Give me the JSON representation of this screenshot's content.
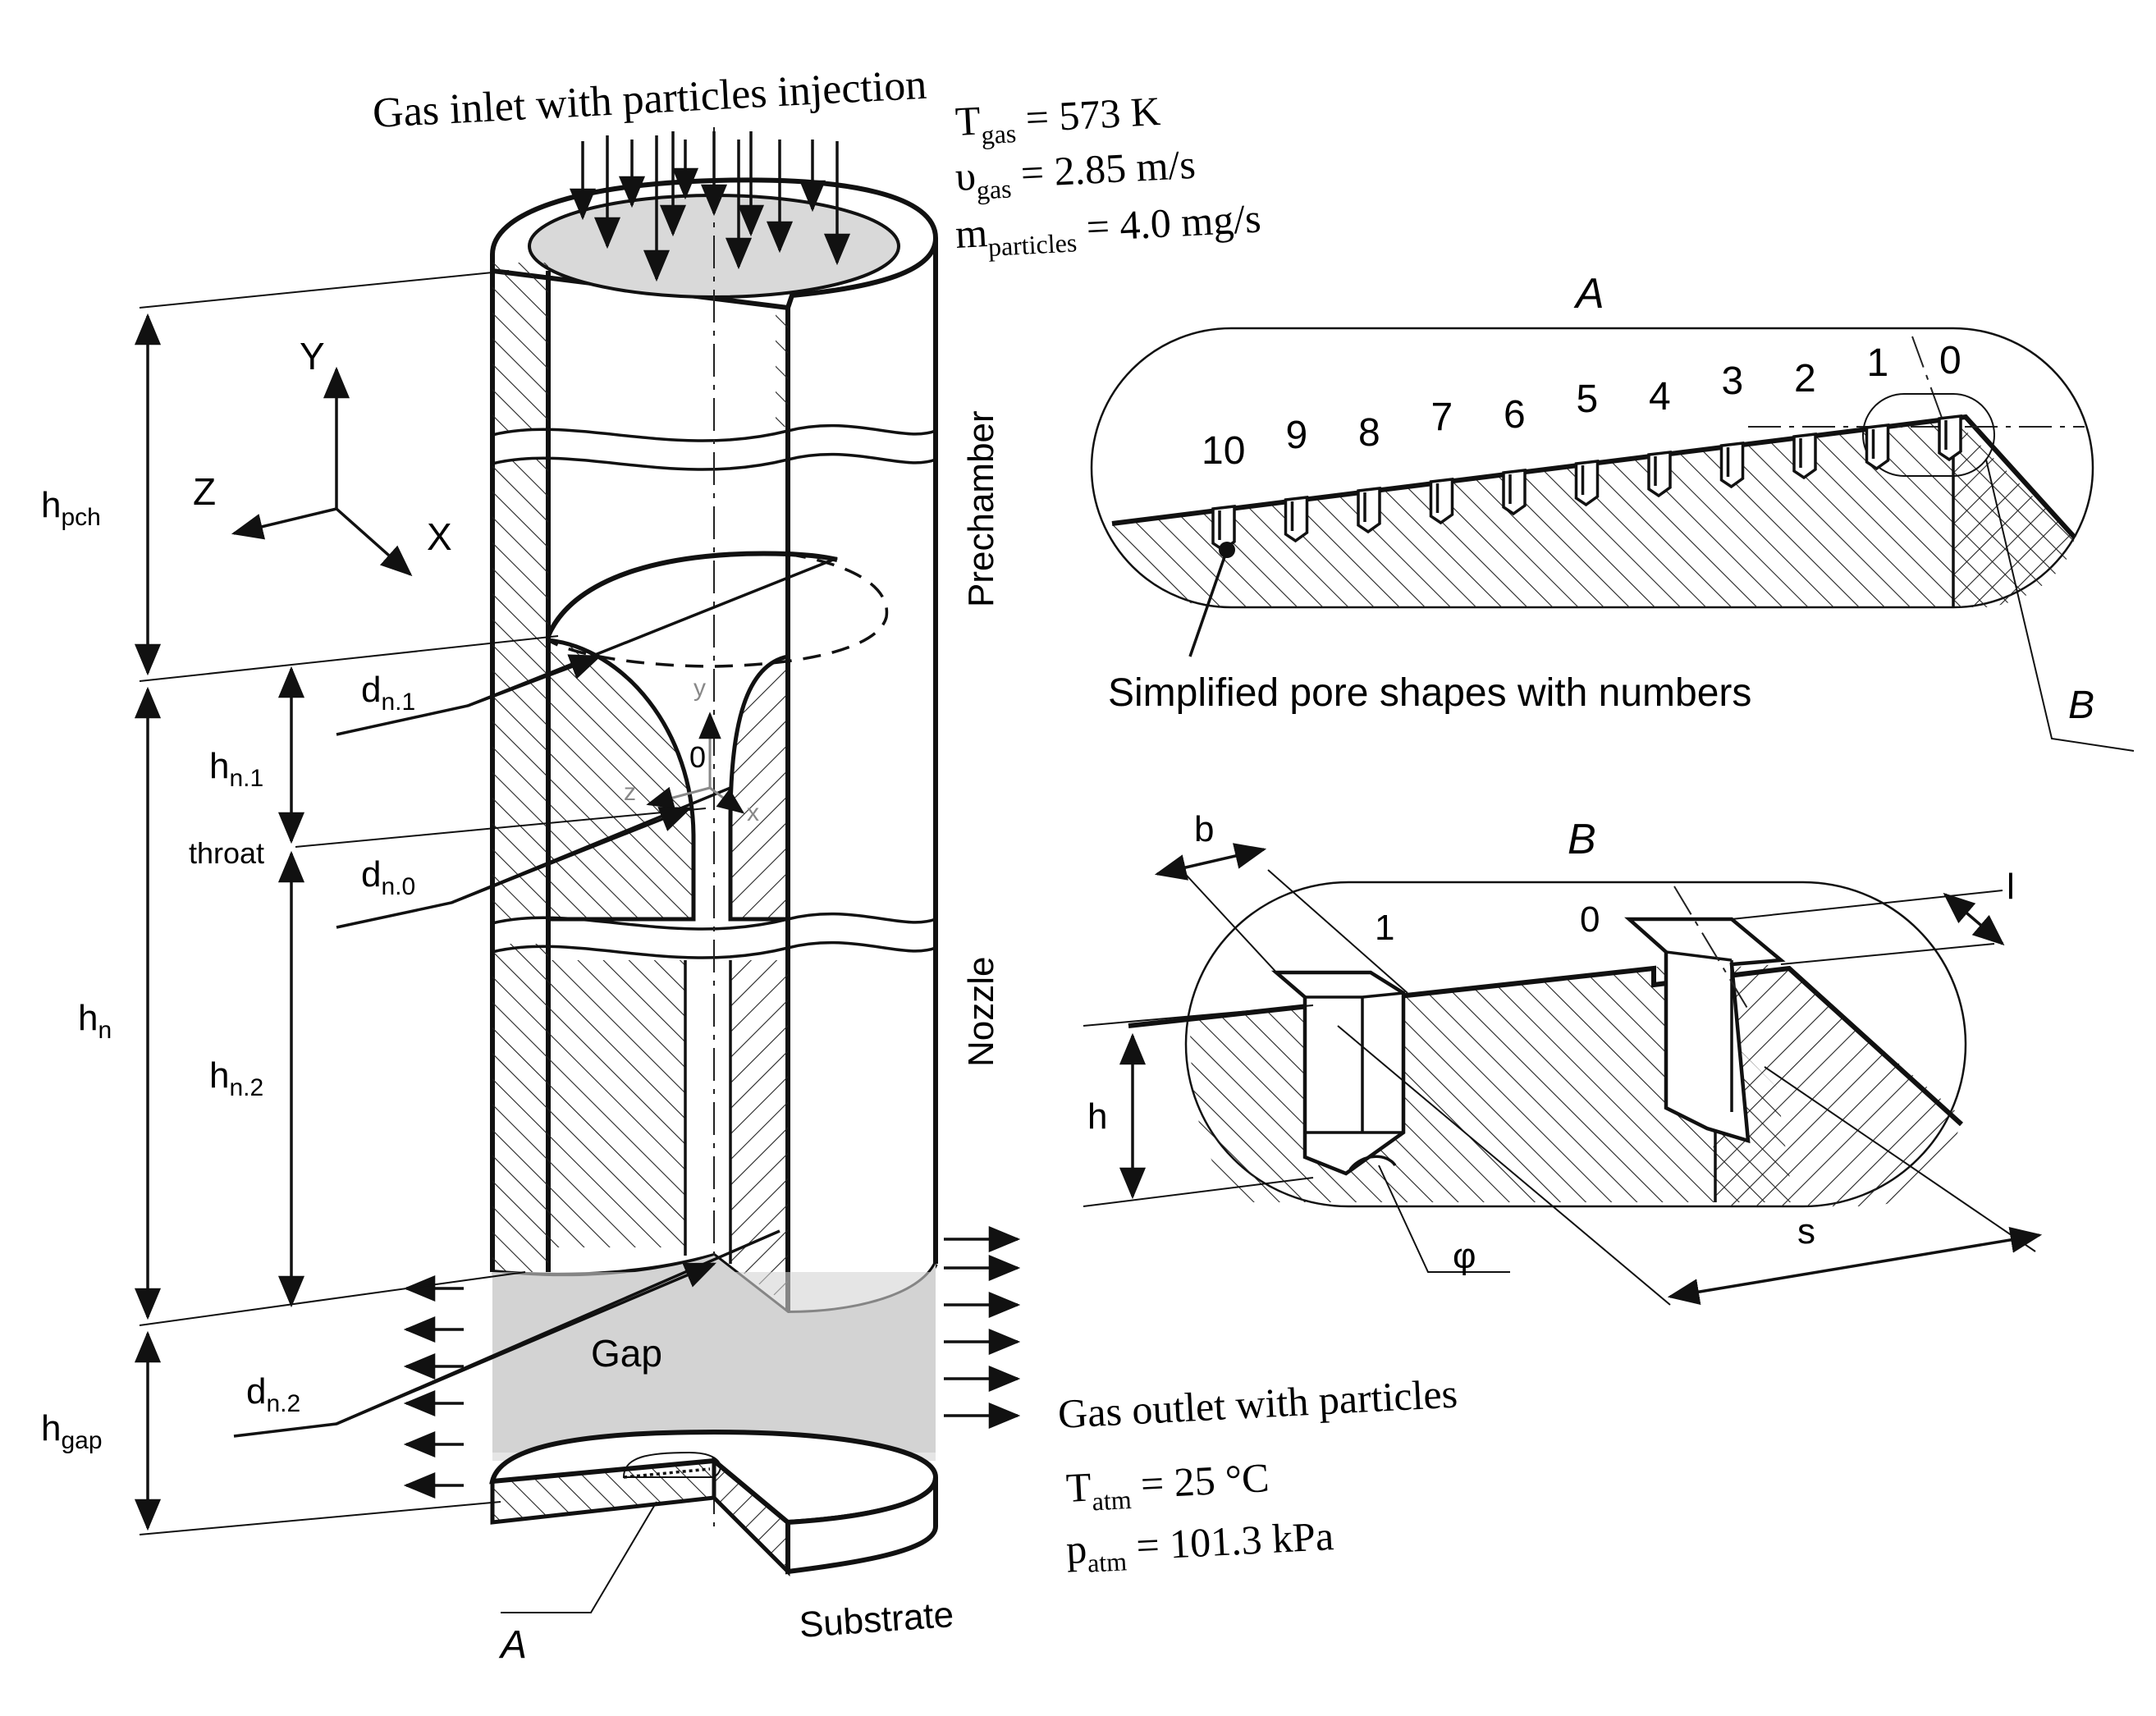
{
  "inlet": {
    "title": "Gas inlet with particles injection",
    "t_gas": {
      "sym": "T",
      "sub": "gas",
      "val": " = 573 K"
    },
    "v_gas": {
      "sym": "υ",
      "sub": "gas",
      "val": " = 2.85 m/s"
    },
    "m_particles": {
      "sym": "m",
      "sub": "particles",
      "val": " = 4.0 mg/s"
    }
  },
  "outlet": {
    "title": "Gas outlet with particles",
    "t_atm": {
      "sym": "T",
      "sub": "atm",
      "val": " = 25 °C"
    },
    "p_atm": {
      "sym": "p",
      "sub": "atm",
      "val": " = 101.3 kPa"
    }
  },
  "regions": {
    "prechamber": "Prechamber",
    "nozzle": "Nozzle",
    "gap": "Gap",
    "substrate": "Substrate"
  },
  "axes": {
    "Y": "Y",
    "Z": "Z",
    "X": "X",
    "y_small": "y",
    "z_small": "z",
    "x_small": "x",
    "origin": "0"
  },
  "dims": {
    "h_pch": {
      "sym": "h",
      "sub": "pch"
    },
    "h_n": {
      "sym": "h",
      "sub": "n"
    },
    "h_gap": {
      "sym": "h",
      "sub": "gap"
    },
    "h_n1": {
      "sym": "h",
      "sub": "n.1"
    },
    "h_n2": {
      "sym": "h",
      "sub": "n.2"
    },
    "d_n1": {
      "sym": "d",
      "sub": "n.1"
    },
    "d_n0": {
      "sym": "d",
      "sub": "n.0"
    },
    "d_n2": {
      "sym": "d",
      "sub": "n.2"
    },
    "throat": "throat"
  },
  "detail_a": {
    "title": "A",
    "pore_numbers": [
      "10",
      "9",
      "8",
      "7",
      "6",
      "5",
      "4",
      "3",
      "2",
      "1",
      "0"
    ],
    "caption": "Simplified pore shapes with numbers",
    "ref_b": "B"
  },
  "detail_b": {
    "title": "B",
    "pore_1": "1",
    "pore_0": "0",
    "b": "b",
    "l": "l",
    "h": "h",
    "s": "s",
    "phi": "φ"
  },
  "callout_a": "A"
}
